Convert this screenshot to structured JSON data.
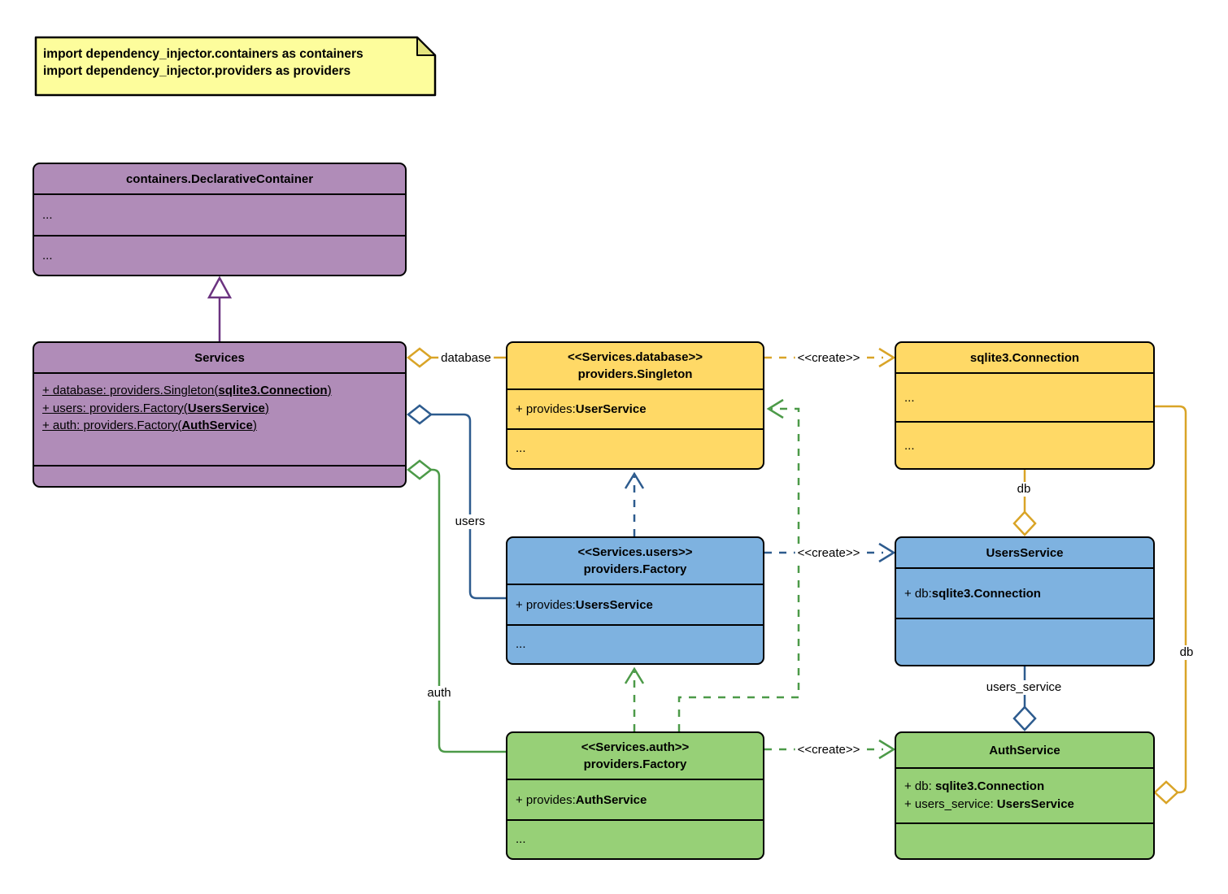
{
  "note": {
    "lines": [
      "import dependency_injector.containers as containers",
      "import dependency_injector.providers as providers"
    ]
  },
  "classes": {
    "declarative_container": {
      "title": "containers.DeclarativeContainer",
      "row1": "...",
      "row2": "..."
    },
    "services": {
      "title": "Services",
      "attr1": {
        "pre": "+ database: providers.Singleton(",
        "bold": "sqlite3.Connection",
        "post": ")"
      },
      "attr2": {
        "pre": "+ users: providers.Factory(",
        "bold": "UsersService",
        "post": ")"
      },
      "attr3": {
        "pre": "+ auth: providers.Factory(",
        "bold": "AuthService",
        "post": ")"
      }
    },
    "singleton_database": {
      "stereotype": "<<Services.database>>",
      "title": "providers.Singleton",
      "attr": {
        "pre": "+ provides: ",
        "bold": "UserService",
        "post": ""
      },
      "more": "..."
    },
    "sqlite_connection": {
      "title": "sqlite3.Connection",
      "row1": "...",
      "row2": "..."
    },
    "factory_users": {
      "stereotype": "<<Services.users>>",
      "title": "providers.Factory",
      "attr": {
        "pre": "+ provides: ",
        "bold": "UsersService",
        "post": ""
      },
      "more": "..."
    },
    "users_service": {
      "title": "UsersService",
      "attr": {
        "pre": "+ db: ",
        "bold": "sqlite3.Connection",
        "post": ""
      }
    },
    "factory_auth": {
      "stereotype": "<<Services.auth>>",
      "title": "providers.Factory",
      "attr": {
        "pre": "+ provides: ",
        "bold": "AuthService",
        "post": ""
      },
      "more": "..."
    },
    "auth_service": {
      "title": "AuthService",
      "attr1": {
        "pre": "+ db: ",
        "bold": "sqlite3.Connection",
        "post": ""
      },
      "attr2": {
        "pre": "+ users_service: ",
        "bold": "UsersService",
        "post": ""
      }
    }
  },
  "edge_labels": {
    "database": "database",
    "users": "users",
    "auth": "auth",
    "create_db": "<<create>>",
    "create_users": "<<create>>",
    "create_auth": "<<create>>",
    "db_vertical": "db",
    "db_right": "db",
    "users_service": "users_service"
  },
  "colors": {
    "purple_fill": "#B08CB8",
    "purple_stroke": "#6B3380",
    "yellow_fill": "#FFD966",
    "yellow_stroke": "#D9A427",
    "blue_fill": "#7EB2E0",
    "blue_stroke": "#2D5B8E",
    "green_fill": "#97D077",
    "green_stroke": "#4C9A48",
    "note_fill": "#FDFD9C"
  }
}
